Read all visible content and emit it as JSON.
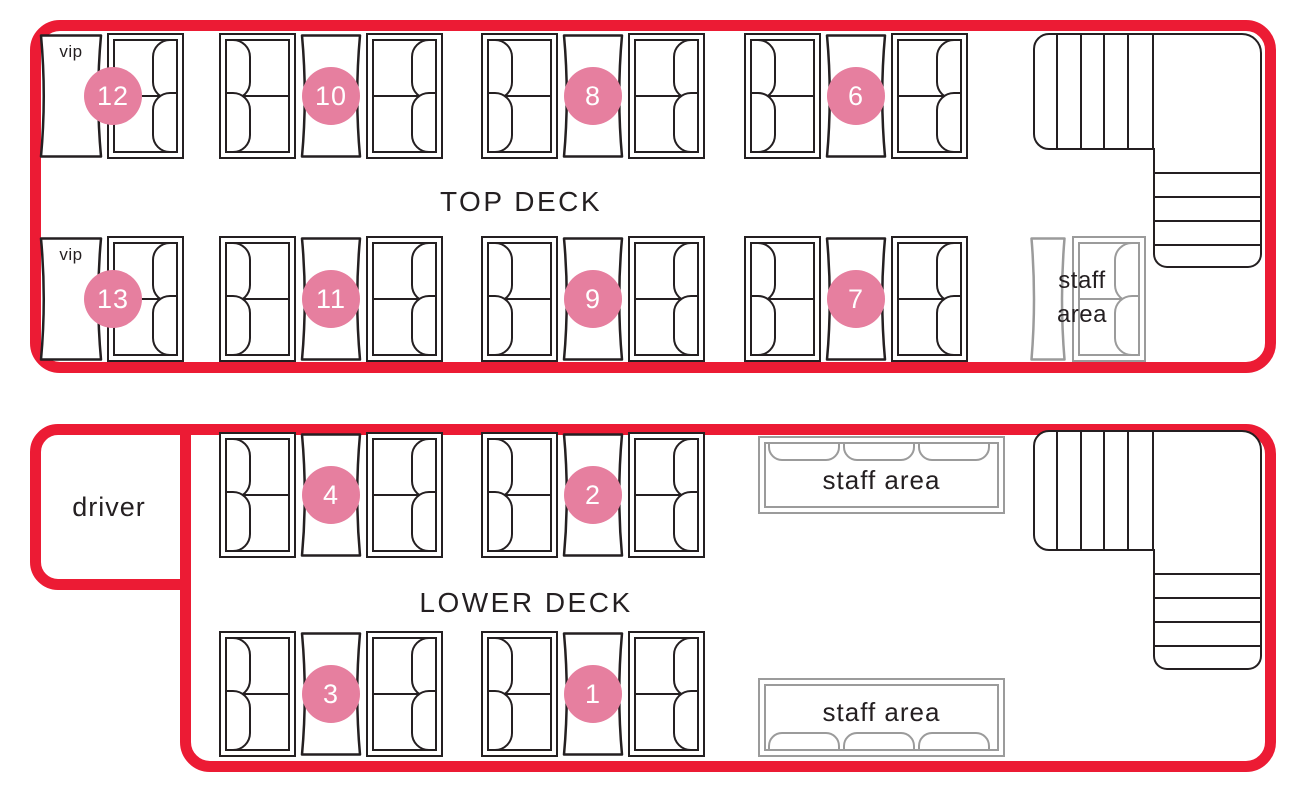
{
  "colors": {
    "deck_outline_red": "#ec1b34",
    "table_badge_pink": "#e67f9f",
    "seat_line_black": "#241f21",
    "staff_line_gray": "#9b9b9b"
  },
  "top_deck": {
    "label": "TOP DECK",
    "vip_labels": [
      "vip",
      "vip"
    ],
    "tables": {
      "t6": "6",
      "t7": "7",
      "t8": "8",
      "t9": "9",
      "t10": "10",
      "t11": "11",
      "t12": "12",
      "t13": "13"
    },
    "staff_area": {
      "line1": "staff",
      "line2": "area"
    }
  },
  "lower_deck": {
    "label": "LOWER DECK",
    "driver_label": "driver",
    "tables": {
      "t1": "1",
      "t2": "2",
      "t3": "3",
      "t4": "4"
    },
    "staff_areas": [
      "staff area",
      "staff area"
    ]
  }
}
